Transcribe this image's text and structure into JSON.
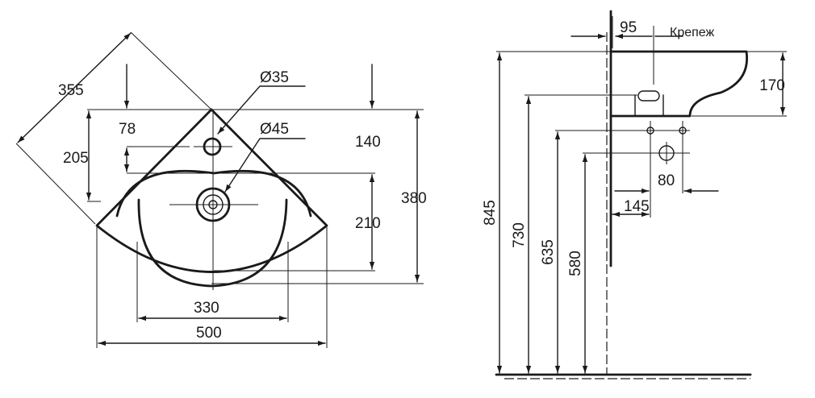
{
  "plan_view": {
    "dimensions": {
      "diag": "355",
      "side_78": "78",
      "side_205": "205",
      "d35": "Ø35",
      "d45": "Ø45",
      "d140": "140",
      "d380": "380",
      "d210": "210",
      "d330": "330",
      "d500": "500"
    }
  },
  "side_view": {
    "fastener_label": "Крепеж",
    "dimensions": {
      "d95": "95",
      "d170": "170",
      "d845": "845",
      "d730": "730",
      "d635": "635",
      "d580": "580",
      "d80": "80",
      "d145": "145"
    }
  }
}
